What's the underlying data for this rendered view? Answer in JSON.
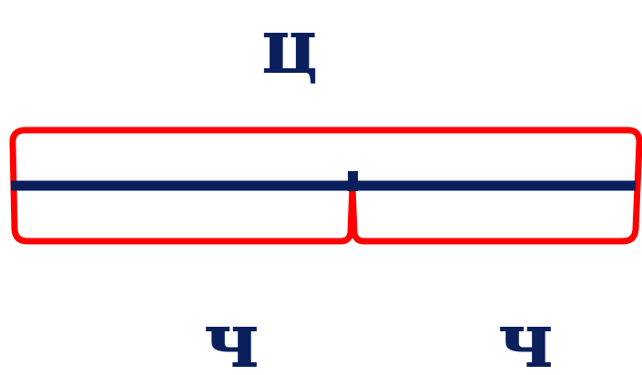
{
  "labels": {
    "whole": "ц",
    "part_left": "ч",
    "part_right": "ч"
  },
  "colors": {
    "text": "#0a1f5c",
    "segment": "#0a1f5c",
    "bracket": "#ff0000",
    "background": "#ffffff"
  },
  "parts": {
    "count": 2,
    "split_fraction": 0.5
  }
}
